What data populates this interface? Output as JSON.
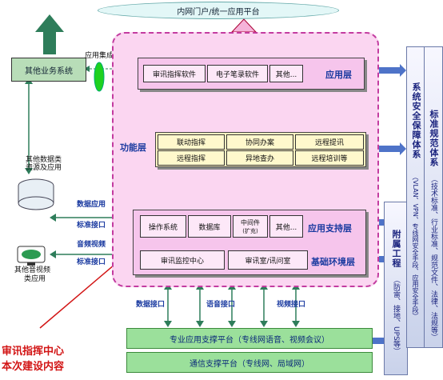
{
  "portal": {
    "label": "内网门户/统一应用平台"
  },
  "left": {
    "other_business": "其他业务系统",
    "app_integration": "应用集成",
    "data_resources_line1": "其他数据类",
    "data_resources_line2": "资源及应用",
    "av_apps_line1": "其他音视频",
    "av_apps_line2": "类应用",
    "data_app_iface_line1": "数据应用",
    "data_app_iface_line2": "标准接口",
    "av_iface_line1": "音频视频",
    "av_iface_line2": "标准接口"
  },
  "application_layer": {
    "label": "应用层",
    "items": [
      "审讯指挥软件",
      "电子笔录软件",
      "其他..."
    ]
  },
  "function_layer": {
    "label": "功能层",
    "rows": [
      [
        "联动指挥",
        "协同办案",
        "远程提讯"
      ],
      [
        "远程指挥",
        "异地查办",
        "远程培训等"
      ]
    ]
  },
  "support_layer": {
    "label": "应用支持层",
    "items": [
      "操作系统",
      "数据库",
      "中间件",
      "(扩充)",
      "其他..."
    ]
  },
  "infra_layer": {
    "label": "基础环境层",
    "items": [
      "审讯监控中心",
      "审讯室/讯问室"
    ]
  },
  "interfaces": {
    "data": "数据接口",
    "voice": "语音接口",
    "video": "视频接口"
  },
  "platforms": {
    "professional": "专业应用支撑平台（专线网语音、视频会议）",
    "communication": "通信支撑平台（专线网、局域网）"
  },
  "security": {
    "title": "系统安全保障体系",
    "sub": "（VLAN、VPN、专线网安全手段、应用安全手段）"
  },
  "standards": {
    "title": "标准规范体系",
    "sub": "（技术标准、行业标准、规范文件、法律、法规等）"
  },
  "ancillary": {
    "title": "附属工程",
    "sub": "（防雷、接地、UPS等）"
  },
  "footer": {
    "line1": "审讯指挥中心",
    "line2": "本次建设内容"
  },
  "colors": {
    "panel_pink": "#fbd6f1",
    "border_magenta": "#c33ca0",
    "orange_arrows": "#f29c1f",
    "label_blue": "#1a3aa0",
    "red_title": "#d21414"
  }
}
